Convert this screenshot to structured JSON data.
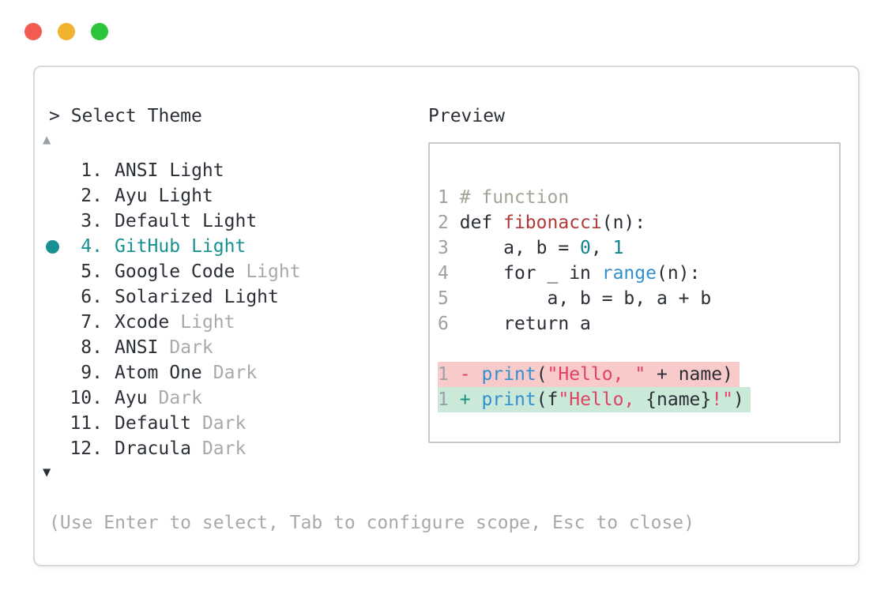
{
  "window": {
    "traffic_lights": [
      {
        "name": "close",
        "color": "#f15b51"
      },
      {
        "name": "minimize",
        "color": "#f1b32f"
      },
      {
        "name": "maximize",
        "color": "#2cc33d"
      }
    ]
  },
  "theme_picker": {
    "prompt": "> Select Theme",
    "scroll_up_icon": "▲",
    "scroll_down_icon": "▼",
    "items": [
      {
        "number": "1.",
        "name": "ANSI",
        "variant": "Light",
        "dim_variant": false,
        "selected": false
      },
      {
        "number": "2.",
        "name": "Ayu",
        "variant": "Light",
        "dim_variant": false,
        "selected": false
      },
      {
        "number": "3.",
        "name": "Default",
        "variant": "Light",
        "dim_variant": false,
        "selected": false
      },
      {
        "number": "4.",
        "name": "GitHub",
        "variant": "Light",
        "dim_variant": false,
        "selected": true
      },
      {
        "number": "5.",
        "name": "Google Code",
        "variant": "Light",
        "dim_variant": true,
        "selected": false
      },
      {
        "number": "6.",
        "name": "Solarized",
        "variant": "Light",
        "dim_variant": false,
        "selected": false
      },
      {
        "number": "7.",
        "name": "Xcode",
        "variant": "Light",
        "dim_variant": true,
        "selected": false
      },
      {
        "number": "8.",
        "name": "ANSI",
        "variant": "Dark",
        "dim_variant": true,
        "selected": false
      },
      {
        "number": "9.",
        "name": "Atom One",
        "variant": "Dark",
        "dim_variant": true,
        "selected": false
      },
      {
        "number": "10.",
        "name": "Ayu",
        "variant": "Dark",
        "dim_variant": true,
        "selected": false
      },
      {
        "number": "11.",
        "name": "Default",
        "variant": "Dark",
        "dim_variant": true,
        "selected": false
      },
      {
        "number": "12.",
        "name": "Dracula",
        "variant": "Dark",
        "dim_variant": true,
        "selected": false
      }
    ],
    "hint": "(Use Enter to select, Tab to configure scope, Esc to close)"
  },
  "preview": {
    "label": "Preview",
    "lines": [
      {
        "kind": "code",
        "tokens": [
          [
            "1",
            "ln"
          ],
          [
            " ",
            "plain"
          ],
          [
            "# function",
            "comment"
          ]
        ]
      },
      {
        "kind": "code",
        "tokens": [
          [
            "2",
            "ln"
          ],
          [
            " ",
            "plain"
          ],
          [
            "def ",
            "plain"
          ],
          [
            "fibonacci",
            "func"
          ],
          [
            "(n):",
            "plain"
          ]
        ]
      },
      {
        "kind": "code",
        "tokens": [
          [
            "3",
            "ln"
          ],
          [
            " ",
            "plain"
          ],
          [
            "    a, b = ",
            "plain"
          ],
          [
            "0",
            "number"
          ],
          [
            ", ",
            "plain"
          ],
          [
            "1",
            "number"
          ]
        ]
      },
      {
        "kind": "code",
        "tokens": [
          [
            "4",
            "ln"
          ],
          [
            " ",
            "plain"
          ],
          [
            "    for _ in ",
            "plain"
          ],
          [
            "range",
            "builtin"
          ],
          [
            "(n):",
            "plain"
          ]
        ]
      },
      {
        "kind": "code",
        "tokens": [
          [
            "5",
            "ln"
          ],
          [
            " ",
            "plain"
          ],
          [
            "        a, b = b, a + b",
            "plain"
          ]
        ]
      },
      {
        "kind": "code",
        "tokens": [
          [
            "6",
            "ln"
          ],
          [
            " ",
            "plain"
          ],
          [
            "    return a",
            "plain"
          ]
        ]
      },
      {
        "kind": "blank",
        "tokens": []
      },
      {
        "kind": "removed",
        "tokens": [
          [
            "1",
            "ln"
          ],
          [
            " ",
            "plain"
          ],
          [
            "-",
            "minus"
          ],
          [
            " ",
            "plain"
          ],
          [
            "print",
            "builtin"
          ],
          [
            "(",
            "plain"
          ],
          [
            "\"Hello, \"",
            "string"
          ],
          [
            " + name)",
            "plain"
          ]
        ]
      },
      {
        "kind": "added",
        "tokens": [
          [
            "1",
            "ln"
          ],
          [
            " ",
            "plain"
          ],
          [
            "+",
            "plus"
          ],
          [
            " ",
            "plain"
          ],
          [
            "print",
            "builtin"
          ],
          [
            "(f",
            "plain"
          ],
          [
            "\"Hello, ",
            "string"
          ],
          [
            "{name}",
            "plain"
          ],
          [
            "!\"",
            "string"
          ],
          [
            ")",
            "plain"
          ]
        ]
      }
    ]
  },
  "colors": {
    "accent_teal": "#179192",
    "text": "#2a2f36",
    "dim_text": "#a7aaad",
    "window_border": "#d9d9d9",
    "preview_border": "#c9c9c9",
    "traffic_red": "#f15b51",
    "traffic_yellow": "#f1b32f",
    "traffic_green": "#2cc33d",
    "diff_removed_bg": "#f8caca",
    "diff_added_bg": "#cbe9d8",
    "syntax_comment": "#a1a598",
    "syntax_function": "#b13939",
    "syntax_number": "#0e8490",
    "syntax_builtin": "#338fce",
    "syntax_string": "#de4462",
    "diff_minus": "#d8405f",
    "diff_plus": "#169183"
  }
}
